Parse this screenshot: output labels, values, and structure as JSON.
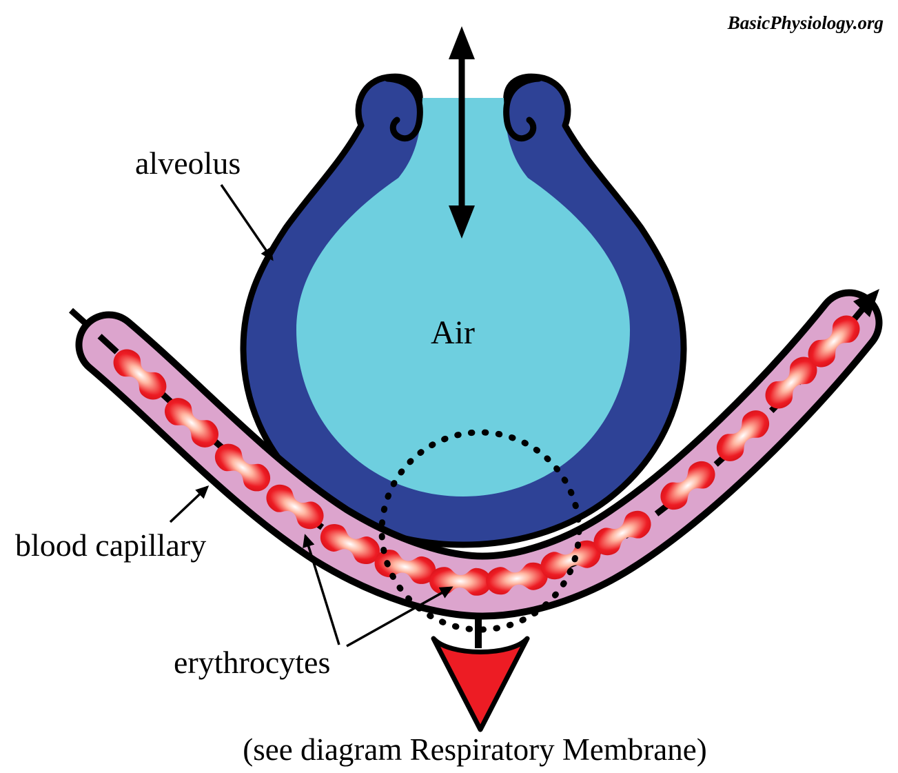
{
  "header": {
    "credit": "BasicPhysiology.org"
  },
  "diagram": {
    "labels": {
      "alveolus": "alveolus",
      "air": "Air",
      "blood_capillary": "blood capillary",
      "erythrocytes": "erythrocytes"
    },
    "caption": "(see diagram Respiratory Membrane)",
    "colors": {
      "alveolus_wall": "#2e4296",
      "air_fill": "#6ecfdf",
      "capillary_fill": "#dca4cd",
      "erythrocyte_red": "#ed1c24",
      "flow_arrow_red": "#ed1c24",
      "outline_black": "#000000"
    }
  }
}
